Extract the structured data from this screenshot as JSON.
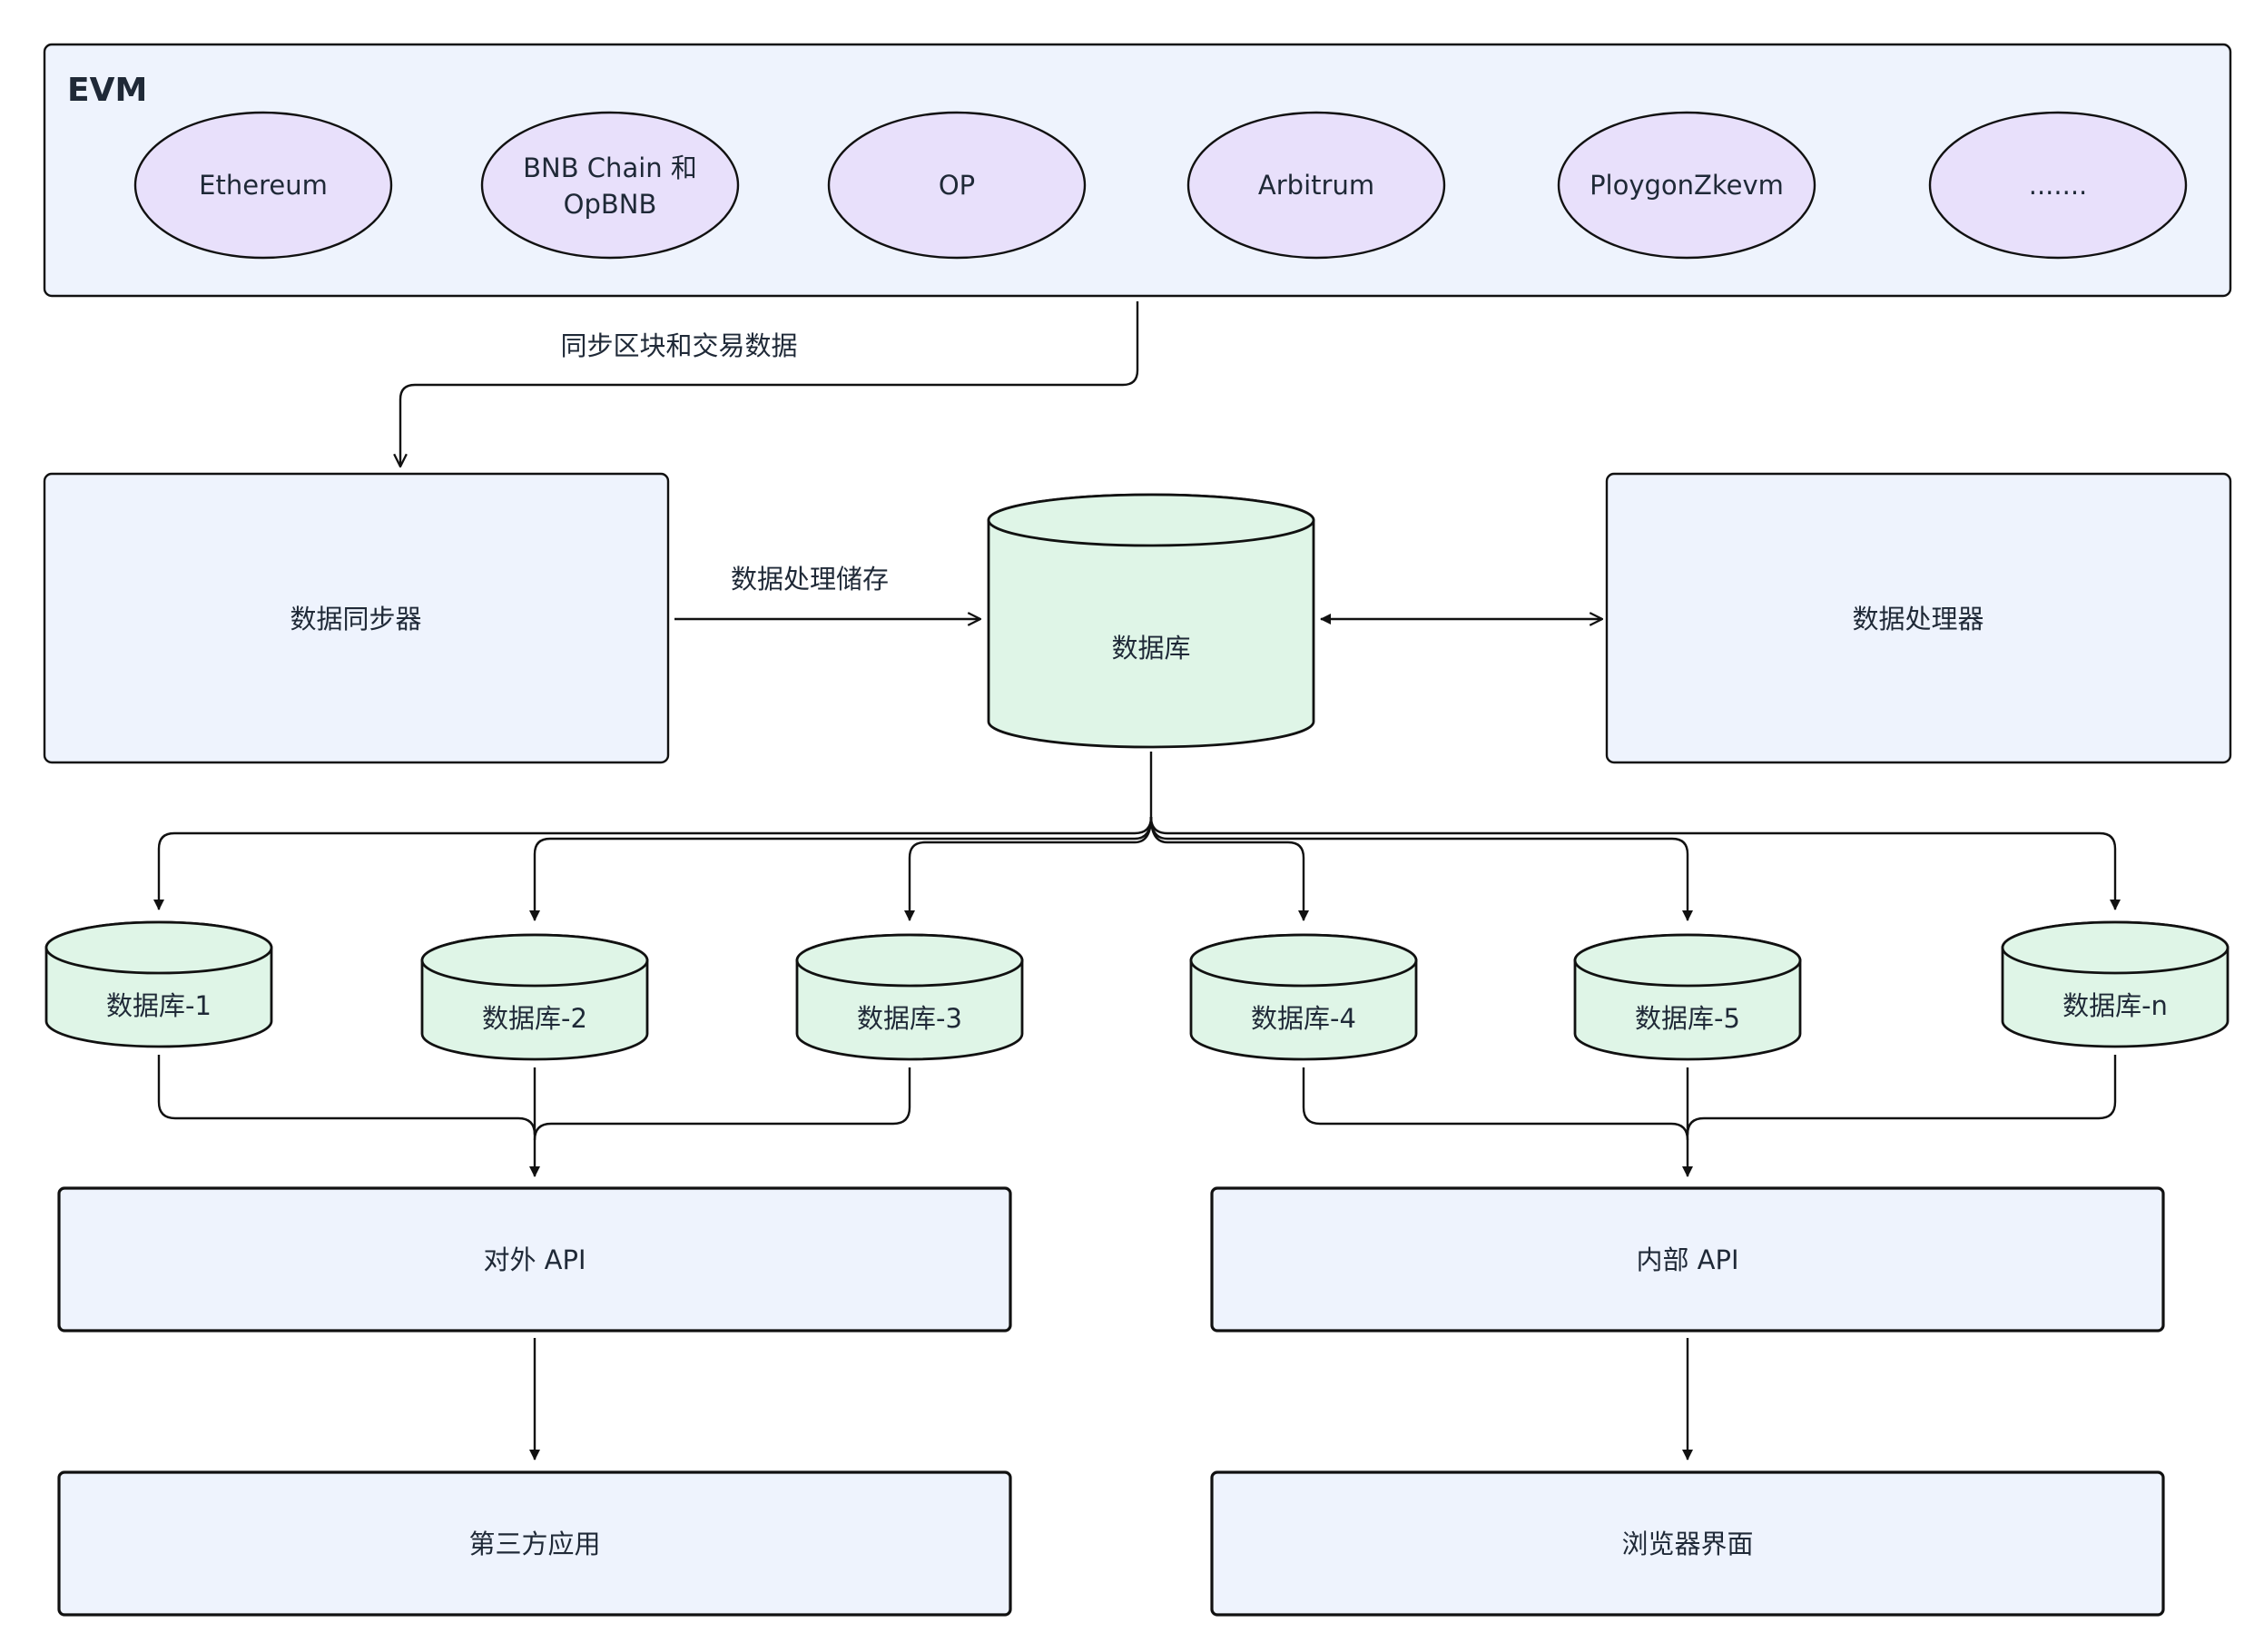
{
  "evm": {
    "title": "EVM",
    "chains": [
      {
        "label": "Ethereum"
      },
      {
        "label": "BNB Chain 和",
        "label2": "OpBNB"
      },
      {
        "label": "OP"
      },
      {
        "label": "Arbitrum"
      },
      {
        "label": "PloygonZkevm"
      },
      {
        "label": "......."
      }
    ]
  },
  "edges": {
    "sync_label": "同步区块和交易数据",
    "store_label": "数据处理储存"
  },
  "nodes": {
    "syncer": "数据同步器",
    "database": "数据库",
    "processor": "数据处理器",
    "public_api": "对外 API",
    "internal_api": "内部 API",
    "third_party": "第三方应用",
    "browser": "浏览器界面"
  },
  "shards": [
    {
      "label": "数据库-1"
    },
    {
      "label": "数据库-2"
    },
    {
      "label": "数据库-3"
    },
    {
      "label": "数据库-4"
    },
    {
      "label": "数据库-5"
    },
    {
      "label": "数据库-n"
    }
  ],
  "colors": {
    "panel_fill": "#eef3fd",
    "ellipse_fill": "#e8e0fb",
    "db_fill": "#dff5e7",
    "stroke": "#111111"
  }
}
